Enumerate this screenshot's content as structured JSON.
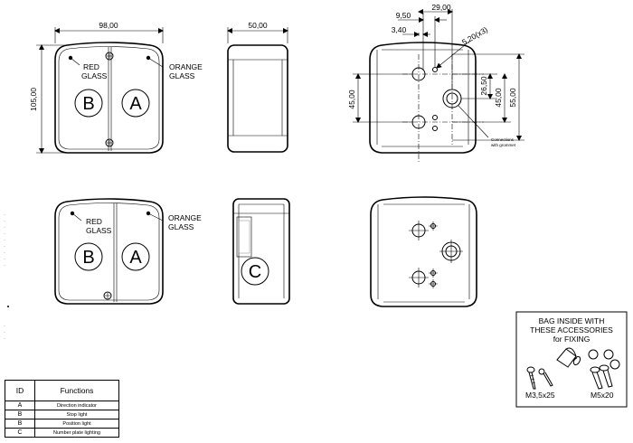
{
  "front": {
    "width_dim": "98,00",
    "height_dim": "105,00",
    "red_glass": [
      "RED",
      "GLASS"
    ],
    "orange_glass": [
      "ORANGE",
      "GLASS"
    ],
    "lamp_b": "B",
    "lamp_a": "A"
  },
  "side": {
    "depth_dim": "50,00",
    "lamp_c": "C"
  },
  "back": {
    "dims": {
      "d_9_50": "9,50",
      "d_29_00": "29,00",
      "d_3_40": "3,40",
      "d_hole": "5,20(x3)",
      "d_26_50": "26,50",
      "d_45_00_left": "45,00",
      "d_45_00_right": "45,00",
      "d_55_00": "55,00"
    },
    "grommet_note": [
      "Connections",
      "with grommet"
    ]
  },
  "accessories": {
    "title": [
      "BAG INSIDE WITH",
      "THESE ACCESSORIES",
      "for FIXING"
    ],
    "screw_small": "M3,5x25",
    "screw_large": "M5x20"
  },
  "functions_table": {
    "headers": [
      "ID",
      "Functions"
    ],
    "rows": [
      {
        "id": "A",
        "function": "Direction  indicator"
      },
      {
        "id": "B",
        "function": "Stop light"
      },
      {
        "id": "B",
        "function": "Position light"
      },
      {
        "id": "C",
        "function": "Number plate lighting"
      }
    ]
  }
}
